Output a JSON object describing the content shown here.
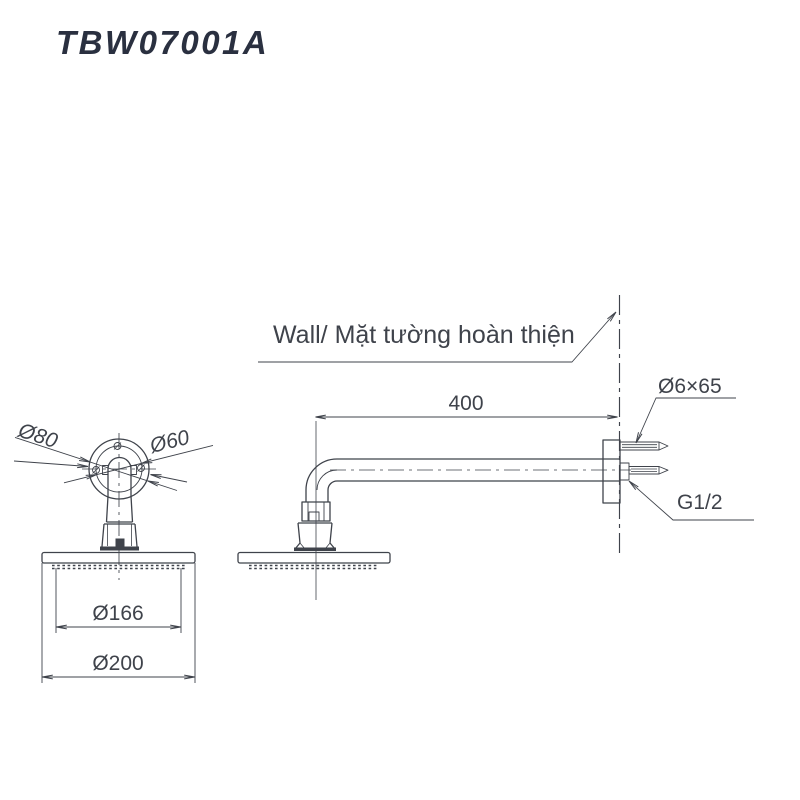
{
  "title": "TBW07001A",
  "annotations": {
    "wall": "Wall/ Mặt tường hoàn thiện"
  },
  "dimensions": {
    "arm_length": "400",
    "screw": "Ø6×65",
    "thread": "G1/2",
    "flange_outer": "Ø80",
    "flange_inner": "Ø60",
    "spray_face": "Ø166",
    "head": "Ø200"
  },
  "colors": {
    "line": "#3f434b",
    "title": "#2a3040",
    "background": "#ffffff"
  }
}
